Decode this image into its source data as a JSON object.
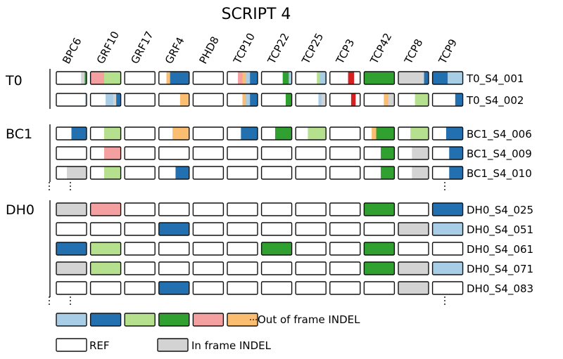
{
  "title": "SCRIPT 4",
  "colors": {
    "REF": "#ffffff",
    "IF": "#d3d3d3",
    "LB": "#a8cde6",
    "DB": "#2270b0",
    "LG": "#b5e08e",
    "DG": "#30a030",
    "PK": "#f5a0a0",
    "OR": "#fbbd70",
    "RD": "#d42020"
  },
  "genes": [
    "BPC6",
    "GRF10",
    "GRF17",
    "GRF4",
    "PHD8",
    "TCP10",
    "TCP22",
    "TCP25",
    "TCP3",
    "TCP42",
    "TCP8",
    "TCP9"
  ],
  "groups": [
    {
      "label": "T0",
      "rows": [
        {
          "sample": "T0_S4_001",
          "cells": [
            [
              [
                "REF",
                0.82
              ],
              [
                "IF",
                0.12
              ],
              [
                "DG",
                0.06
              ]
            ],
            [
              [
                "PK",
                0.45
              ],
              [
                "LG",
                0.55
              ]
            ],
            [
              [
                "REF",
                1
              ]
            ],
            [
              [
                "REF",
                0.25
              ],
              [
                "OR",
                0.12
              ],
              [
                "DB",
                0.63
              ]
            ],
            [
              [
                "REF",
                1
              ]
            ],
            [
              [
                "REF",
                0.35
              ],
              [
                "PK",
                0.15
              ],
              [
                "OR",
                0.1
              ],
              [
                "LB",
                0.15
              ],
              [
                "DB",
                0.25
              ]
            ],
            [
              [
                "REF",
                0.7
              ],
              [
                "DG",
                0.2
              ],
              [
                "LB",
                0.1
              ]
            ],
            [
              [
                "REF",
                0.7
              ],
              [
                "LG",
                0.1
              ],
              [
                "LB",
                0.2
              ]
            ],
            [
              [
                "REF",
                0.6
              ],
              [
                "RD",
                0.2
              ],
              [
                "REF",
                0.2
              ]
            ],
            [
              [
                "DG",
                1
              ]
            ],
            [
              [
                "IF",
                0.85
              ],
              [
                "DB",
                0.15
              ]
            ],
            [
              [
                "DB",
                0.5
              ],
              [
                "LB",
                0.5
              ]
            ]
          ]
        },
        {
          "sample": "T0_S4_002",
          "cells": [
            [
              [
                "REF",
                0.95
              ],
              [
                "LB",
                0.05
              ]
            ],
            [
              [
                "REF",
                0.5
              ],
              [
                "LB",
                0.25
              ],
              [
                "IF",
                0.1
              ],
              [
                "DB",
                0.15
              ]
            ],
            [
              [
                "REF",
                1
              ]
            ],
            [
              [
                "REF",
                0.7
              ],
              [
                "OR",
                0.3
              ]
            ],
            [
              [
                "REF",
                1
              ]
            ],
            [
              [
                "REF",
                0.5
              ],
              [
                "OR",
                0.1
              ],
              [
                "LB",
                0.15
              ],
              [
                "DB",
                0.25
              ]
            ],
            [
              [
                "REF",
                0.8
              ],
              [
                "DG",
                0.2
              ]
            ],
            [
              [
                "REF",
                0.75
              ],
              [
                "LB",
                0.1
              ],
              [
                "IF",
                0.15
              ]
            ],
            [
              [
                "REF",
                0.7
              ],
              [
                "RD",
                0.15
              ],
              [
                "REF",
                0.15
              ]
            ],
            [
              [
                "REF",
                0.65
              ],
              [
                "OR",
                0.15
              ],
              [
                "IF",
                0.2
              ]
            ],
            [
              [
                "REF",
                0.55
              ],
              [
                "LG",
                0.45
              ]
            ],
            [
              [
                "REF",
                0.75
              ],
              [
                "DB",
                0.25
              ]
            ]
          ]
        }
      ]
    },
    {
      "label": "BC1",
      "rows": [
        {
          "sample": "BC1_S4_006",
          "cells": [
            [
              [
                "REF",
                0.5
              ],
              [
                "DB",
                0.5
              ]
            ],
            [
              [
                "REF",
                0.45
              ],
              [
                "LG",
                0.55
              ]
            ],
            [
              [
                "REF",
                1
              ]
            ],
            [
              [
                "REF",
                0.45
              ],
              [
                "OR",
                0.55
              ]
            ],
            [
              [
                "REF",
                1
              ]
            ],
            [
              [
                "REF",
                0.45
              ],
              [
                "DB",
                0.55
              ]
            ],
            [
              [
                "REF",
                0.45
              ],
              [
                "DG",
                0.55
              ]
            ],
            [
              [
                "REF",
                0.4
              ],
              [
                "LG",
                0.6
              ]
            ],
            [
              [
                "REF",
                1
              ]
            ],
            [
              [
                "REF",
                0.25
              ],
              [
                "OR",
                0.15
              ],
              [
                "DG",
                0.6
              ]
            ],
            [
              [
                "REF",
                0.4
              ],
              [
                "LG",
                0.6
              ]
            ],
            [
              [
                "REF",
                0.45
              ],
              [
                "DB",
                0.55
              ]
            ]
          ]
        },
        {
          "sample": "BC1_S4_009",
          "cells": [
            [
              [
                "REF",
                1
              ]
            ],
            [
              [
                "REF",
                0.45
              ],
              [
                "PK",
                0.55
              ]
            ],
            [
              [
                "REF",
                1
              ]
            ],
            [
              [
                "REF",
                1
              ]
            ],
            [
              [
                "REF",
                1
              ]
            ],
            [
              [
                "REF",
                1
              ]
            ],
            [
              [
                "REF",
                1
              ]
            ],
            [
              [
                "REF",
                1
              ]
            ],
            [
              [
                "REF",
                1
              ]
            ],
            [
              [
                "REF",
                0.55
              ],
              [
                "DG",
                0.45
              ]
            ],
            [
              [
                "REF",
                0.45
              ],
              [
                "IF",
                0.55
              ]
            ],
            [
              [
                "REF",
                0.55
              ],
              [
                "DB",
                0.45
              ]
            ]
          ]
        },
        {
          "sample": "BC1_S4_010",
          "cells": [
            [
              [
                "REF",
                0.35
              ],
              [
                "IF",
                0.65
              ]
            ],
            [
              [
                "REF",
                0.45
              ],
              [
                "LG",
                0.55
              ]
            ],
            [
              [
                "REF",
                1
              ]
            ],
            [
              [
                "REF",
                0.55
              ],
              [
                "DB",
                0.45
              ]
            ],
            [
              [
                "REF",
                1
              ]
            ],
            [
              [
                "REF",
                1
              ]
            ],
            [
              [
                "REF",
                1
              ]
            ],
            [
              [
                "REF",
                1
              ]
            ],
            [
              [
                "REF",
                1
              ]
            ],
            [
              [
                "REF",
                0.55
              ],
              [
                "DG",
                0.45
              ]
            ],
            [
              [
                "REF",
                0.45
              ],
              [
                "IF",
                0.55
              ]
            ],
            [
              [
                "REF",
                0.55
              ],
              [
                "DB",
                0.45
              ]
            ]
          ]
        }
      ]
    },
    {
      "label": "DH0",
      "rows": [
        {
          "sample": "DH0_S4_025",
          "cells": [
            [
              [
                "IF",
                1
              ]
            ],
            [
              [
                "PK",
                1
              ]
            ],
            [
              [
                "REF",
                1
              ]
            ],
            [
              [
                "REF",
                1
              ]
            ],
            [
              [
                "REF",
                1
              ]
            ],
            [
              [
                "REF",
                1
              ]
            ],
            [
              [
                "REF",
                1
              ]
            ],
            [
              [
                "REF",
                1
              ]
            ],
            [
              [
                "REF",
                1
              ]
            ],
            [
              [
                "DG",
                1
              ]
            ],
            [
              [
                "REF",
                1
              ]
            ],
            [
              [
                "DB",
                1
              ]
            ]
          ]
        },
        {
          "sample": "DH0_S4_051",
          "cells": [
            [
              [
                "REF",
                1
              ]
            ],
            [
              [
                "REF",
                1
              ]
            ],
            [
              [
                "REF",
                1
              ]
            ],
            [
              [
                "DB",
                1
              ]
            ],
            [
              [
                "REF",
                1
              ]
            ],
            [
              [
                "REF",
                1
              ]
            ],
            [
              [
                "REF",
                1
              ]
            ],
            [
              [
                "REF",
                1
              ]
            ],
            [
              [
                "REF",
                1
              ]
            ],
            [
              [
                "REF",
                1
              ]
            ],
            [
              [
                "IF",
                1
              ]
            ],
            [
              [
                "LB",
                1
              ]
            ]
          ]
        },
        {
          "sample": "DH0_S4_061",
          "cells": [
            [
              [
                "DB",
                1
              ]
            ],
            [
              [
                "LG",
                1
              ]
            ],
            [
              [
                "REF",
                1
              ]
            ],
            [
              [
                "REF",
                1
              ]
            ],
            [
              [
                "REF",
                1
              ]
            ],
            [
              [
                "REF",
                1
              ]
            ],
            [
              [
                "DG",
                1
              ]
            ],
            [
              [
                "REF",
                1
              ]
            ],
            [
              [
                "REF",
                1
              ]
            ],
            [
              [
                "DG",
                1
              ]
            ],
            [
              [
                "REF",
                1
              ]
            ],
            [
              [
                "REF",
                1
              ]
            ]
          ]
        },
        {
          "sample": "DH0_S4_071",
          "cells": [
            [
              [
                "IF",
                1
              ]
            ],
            [
              [
                "LG",
                1
              ]
            ],
            [
              [
                "REF",
                1
              ]
            ],
            [
              [
                "REF",
                1
              ]
            ],
            [
              [
                "REF",
                1
              ]
            ],
            [
              [
                "REF",
                1
              ]
            ],
            [
              [
                "REF",
                1
              ]
            ],
            [
              [
                "REF",
                1
              ]
            ],
            [
              [
                "REF",
                1
              ]
            ],
            [
              [
                "DG",
                1
              ]
            ],
            [
              [
                "IF",
                1
              ]
            ],
            [
              [
                "LB",
                1
              ]
            ]
          ]
        },
        {
          "sample": "DH0_S4_083",
          "cells": [
            [
              [
                "REF",
                1
              ]
            ],
            [
              [
                "REF",
                1
              ]
            ],
            [
              [
                "REF",
                1
              ]
            ],
            [
              [
                "DB",
                1
              ]
            ],
            [
              [
                "REF",
                1
              ]
            ],
            [
              [
                "REF",
                1
              ]
            ],
            [
              [
                "REF",
                1
              ]
            ],
            [
              [
                "REF",
                1
              ]
            ],
            [
              [
                "REF",
                1
              ]
            ],
            [
              [
                "REF",
                1
              ]
            ],
            [
              [
                "IF",
                1
              ]
            ],
            [
              [
                "REF",
                1
              ]
            ]
          ]
        }
      ]
    }
  ],
  "legend": {
    "out_of_frame_colors": [
      "LB",
      "DB",
      "LG",
      "DG",
      "PK",
      "OR"
    ],
    "out_of_frame_label": "Out of frame INDEL",
    "ref_label": "REF",
    "in_frame_label": "In frame INDEL"
  }
}
